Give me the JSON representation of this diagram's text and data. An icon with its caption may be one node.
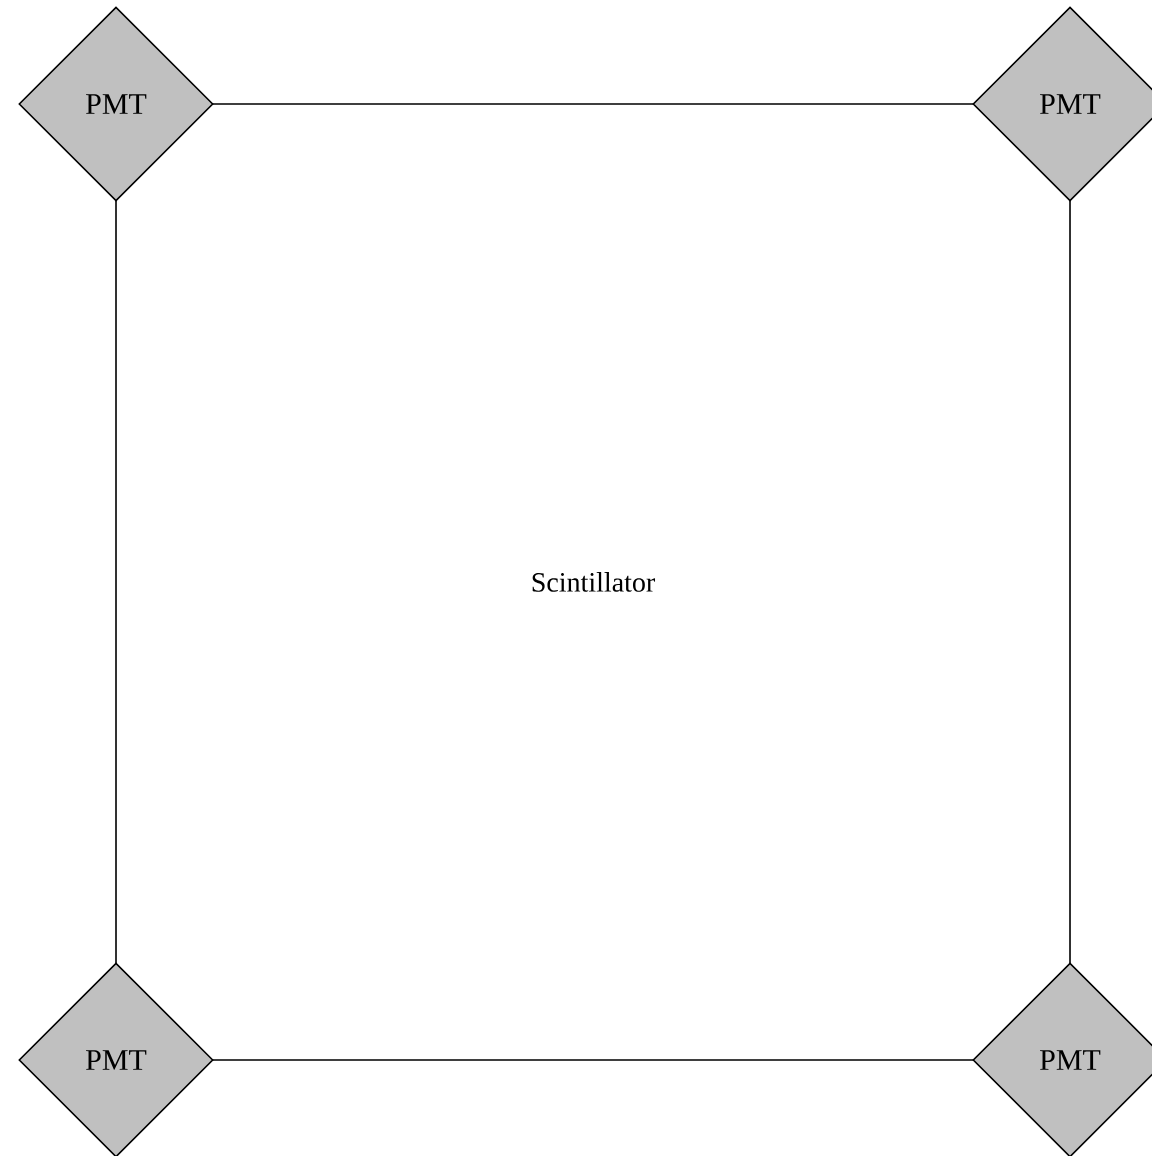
{
  "diagram": {
    "nodes": [
      {
        "text": [
          "Scintillator"
        ]
      },
      {
        "text": [
          "PMT"
        ]
      },
      {
        "text": [
          "PMT"
        ]
      },
      {
        "text": [
          "PMT"
        ]
      },
      {
        "text": [
          "PMT"
        ]
      }
    ]
  }
}
